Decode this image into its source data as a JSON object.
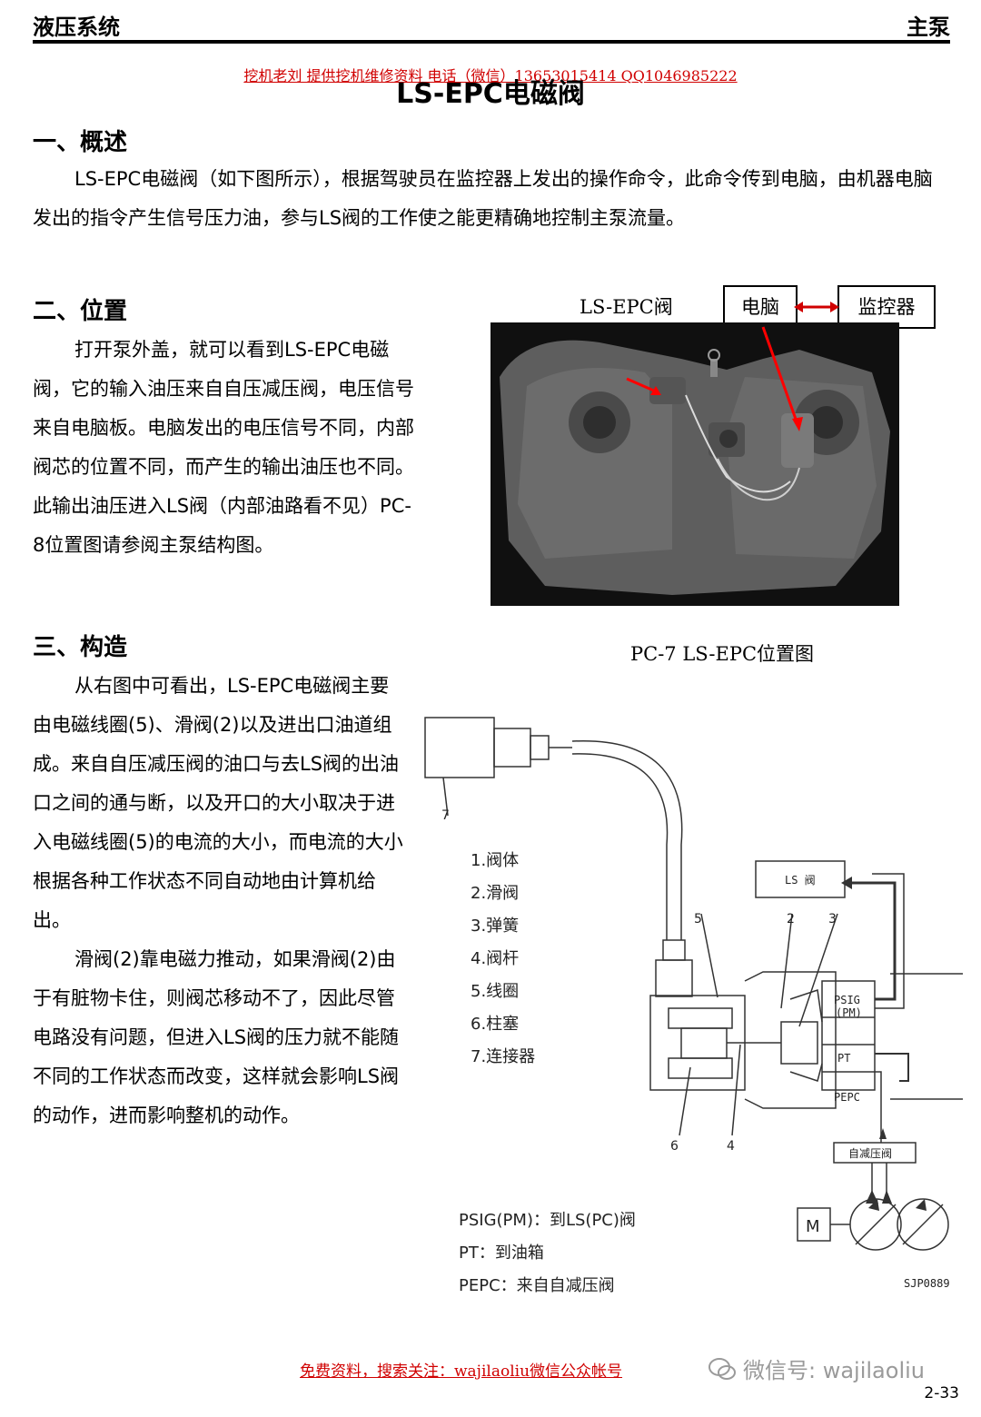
{
  "header": {
    "left": "液压系统",
    "right": "主泵"
  },
  "notice": "挖机老刘  提供挖机维修资料 电话（微信）13653015414    QQ1046985222",
  "title": "LS-EPC电磁阀",
  "section1": {
    "heading": "一、概述",
    "body": "LS-EPC电磁阀（如下图所示），根据驾驶员在监控器上发出的操作命令，此命令传到电脑，由机器电脑发出的指令产生信号压力油，参与LS阀的工作使之能更精确地控制主泵流量。"
  },
  "section2": {
    "heading": "二、位置",
    "body": "打开泵外盖，就可以看到LS-EPC电磁阀，它的输入油压来自自压减压阀，电压信号来自电脑板。电脑发出的电压信号不同，内部阀芯的位置不同，而产生的输出油压也不同。此输出油压进入LS阀（内部油路看不见）PC-8位置图请参阅主泵结构图。"
  },
  "photo": {
    "valve_label": "LS-EPC阀",
    "box_computer": "电脑",
    "box_monitor": "监控器",
    "caption": "PC-7 LS-EPC位置图"
  },
  "section3": {
    "heading": "三、构造",
    "para1": "从右图中可看出，LS-EPC电磁阀主要由电磁线圈(5)、滑阀(2)以及进出口油道组成。来自自压减压阀的油口与去LS阀的出油口之间的通与断，以及开口的大小取决于进入电磁线圈(5)的电流的大小，而电流的大小根据各种工作状态不同自动地由计算机给出。",
    "para2": "滑阀(2)靠电磁力推动，如果滑阀(2)由于有脏物卡住，则阀芯移动不了，因此尽管电路没有问题，但进入LS阀的压力就不能随不同的工作状态而改变，这样就会影响LS阀的动作，进而影响整机的动作。"
  },
  "diagram": {
    "legend": [
      "1.阀体",
      "2.滑阀",
      "3.弹簧",
      "4.阀杆",
      "5.线圈",
      "6.柱塞",
      "7.连接器"
    ],
    "ls_box": "LS 阀",
    "psig": "PSIG",
    "pm": "(PM)",
    "pt": "PT",
    "pepc": "PEPC",
    "reducing": "自减压阀",
    "motor": "M",
    "code": "SJP0889",
    "n1": "7",
    "n2": "5",
    "n3": "2",
    "n4": "3",
    "n5": "6",
    "n6": "4",
    "notes": [
      "PSIG(PM)：到LS(PC)阀",
      "PT：到油箱",
      "PEPC：来自自减压阀"
    ]
  },
  "footer": {
    "promo": "免费资料，搜索关注：wajilaoliu微信公众帐号",
    "wechat": "微信号: wajilaoliu",
    "page": "2-33"
  }
}
